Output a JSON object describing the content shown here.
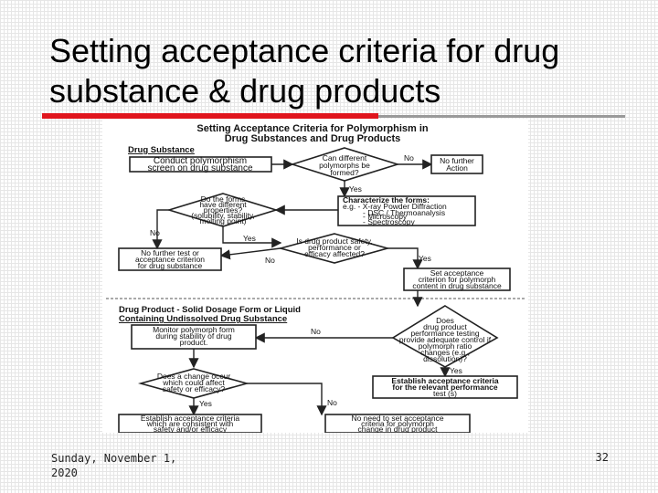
{
  "slide": {
    "title_line1": "Setting acceptance criteria for drug",
    "title_line2": "substance & drug products",
    "footer_date": "Sunday, November 1, 2020",
    "page_number": "32"
  },
  "diagram": {
    "heading_line1": "Setting Acceptance Criteria for Polymorphism in",
    "heading_line2": "Drug Substances and Drug Products",
    "drug_substance": {
      "section_label": "Drug Substance",
      "conduct_screen": [
        "Conduct polymorphism",
        "screen on drug substance"
      ],
      "can_different": [
        "Can different",
        "polymorphs be",
        "formed?"
      ],
      "no_further_action": [
        "No further",
        "Action"
      ],
      "characterize": [
        "Characterize the forms:",
        "e.g. - X-ray Powder Diffraction",
        "- DSC / Thermoanalysis",
        "- Microscopy",
        "- Spectroscopy"
      ],
      "do_forms_differ": [
        "Do the forms",
        "have different",
        "properties?",
        "(solubility, stability,",
        "melting point)"
      ],
      "no_further_test": [
        "No further test or",
        "acceptance criterion",
        "for drug substance"
      ],
      "is_performance_affected": [
        "Is drug product safety,",
        "performance or",
        "efficacy affected?"
      ],
      "set_acceptance": [
        "Set acceptance",
        "criterion for polymorph",
        "content in drug substance"
      ]
    },
    "drug_product": {
      "section_label_line1": "Drug Product - Solid Dosage Form or Liquid",
      "section_label_line2": "Containing Undissolved Drug Substance",
      "does_performance_testing": [
        "Does",
        "drug product",
        "performance testing",
        "provide adequate control if",
        "polymorph ratio",
        "changes (e.g.,",
        "dissolution)?"
      ],
      "monitor_form": [
        "Monitor polymorph form",
        "during stability of drug",
        "product."
      ],
      "does_change_occur": [
        "Does a change occur",
        "which could affect",
        "safety or efficacy?"
      ],
      "establish_performance": [
        "Establish acceptance criteria",
        "for the relevant performance",
        "test (s)"
      ],
      "establish_criteria": [
        "Establish acceptance criteria",
        "which are consistent with",
        "safety and/or efficacy"
      ],
      "no_need": [
        "No need to set acceptance",
        "criteria for polymorph",
        "change in drug product"
      ]
    },
    "labels": {
      "no": "No",
      "yes": "Yes"
    }
  }
}
